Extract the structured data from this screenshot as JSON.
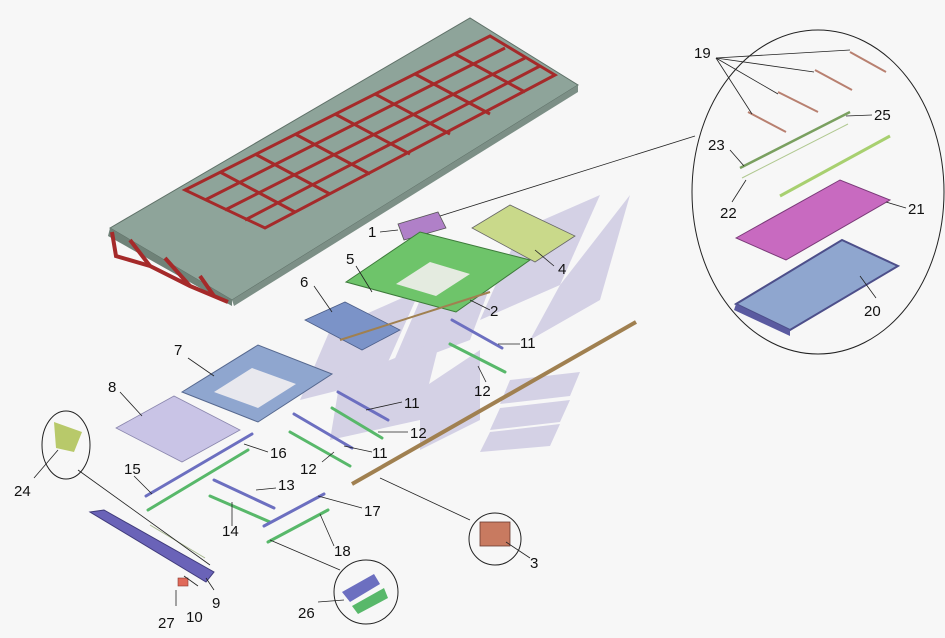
{
  "diagram": {
    "colors": {
      "background": "#f7f7f7",
      "roof_shell": "#8ea49a",
      "roof_shell_dark": "#6f8278",
      "frame": "#a52a2a",
      "green_panel": "#6ec46a",
      "light_green": "#c9d98a",
      "blue_panel": "#7b93c8",
      "lavender": "#c9c4e6",
      "violet": "#b080c8",
      "strip_blue": "#6c6fc0",
      "strip_green": "#58b86a",
      "rod_brown": "#a08050",
      "watermark": "#b9b3d8",
      "line": "#222222"
    },
    "labels": {
      "l1": "1",
      "l2": "2",
      "l3": "3",
      "l4": "4",
      "l5": "5",
      "l6": "6",
      "l7": "7",
      "l8": "8",
      "l9": "9",
      "l10": "10",
      "l11a": "11",
      "l11b": "11",
      "l11c": "11",
      "l12a": "12",
      "l12b": "12",
      "l12c": "12",
      "l13": "13",
      "l14": "14",
      "l15": "15",
      "l16": "16",
      "l17": "17",
      "l18": "18",
      "l19": "19",
      "l20": "20",
      "l21": "21",
      "l22": "22",
      "l23": "23",
      "l24": "24",
      "l25": "25",
      "l26": "26",
      "l27": "27"
    }
  }
}
